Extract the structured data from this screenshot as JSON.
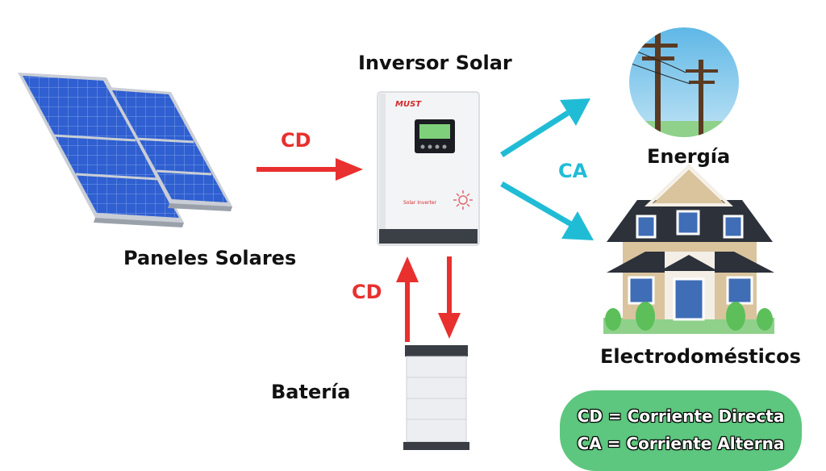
{
  "labels": {
    "inverter": "Inversor Solar",
    "panels": "Paneles Solares",
    "grid": "Energía",
    "appliances": "Electrodomésticos",
    "battery": "Batería"
  },
  "flows": {
    "panels_to_inverter": "CD",
    "battery_link": "CD",
    "inverter_outputs": "CA"
  },
  "inverter_device": {
    "brand": "MUST",
    "caption": "Solar Inverter"
  },
  "legend": {
    "line1": "CD = Corriente Directa",
    "line2": "CA = Corriente Alterna"
  },
  "colors": {
    "dc_arrow": "#e8302e",
    "ac_arrow": "#20bcd6",
    "legend_bg": "#5ec77f"
  }
}
